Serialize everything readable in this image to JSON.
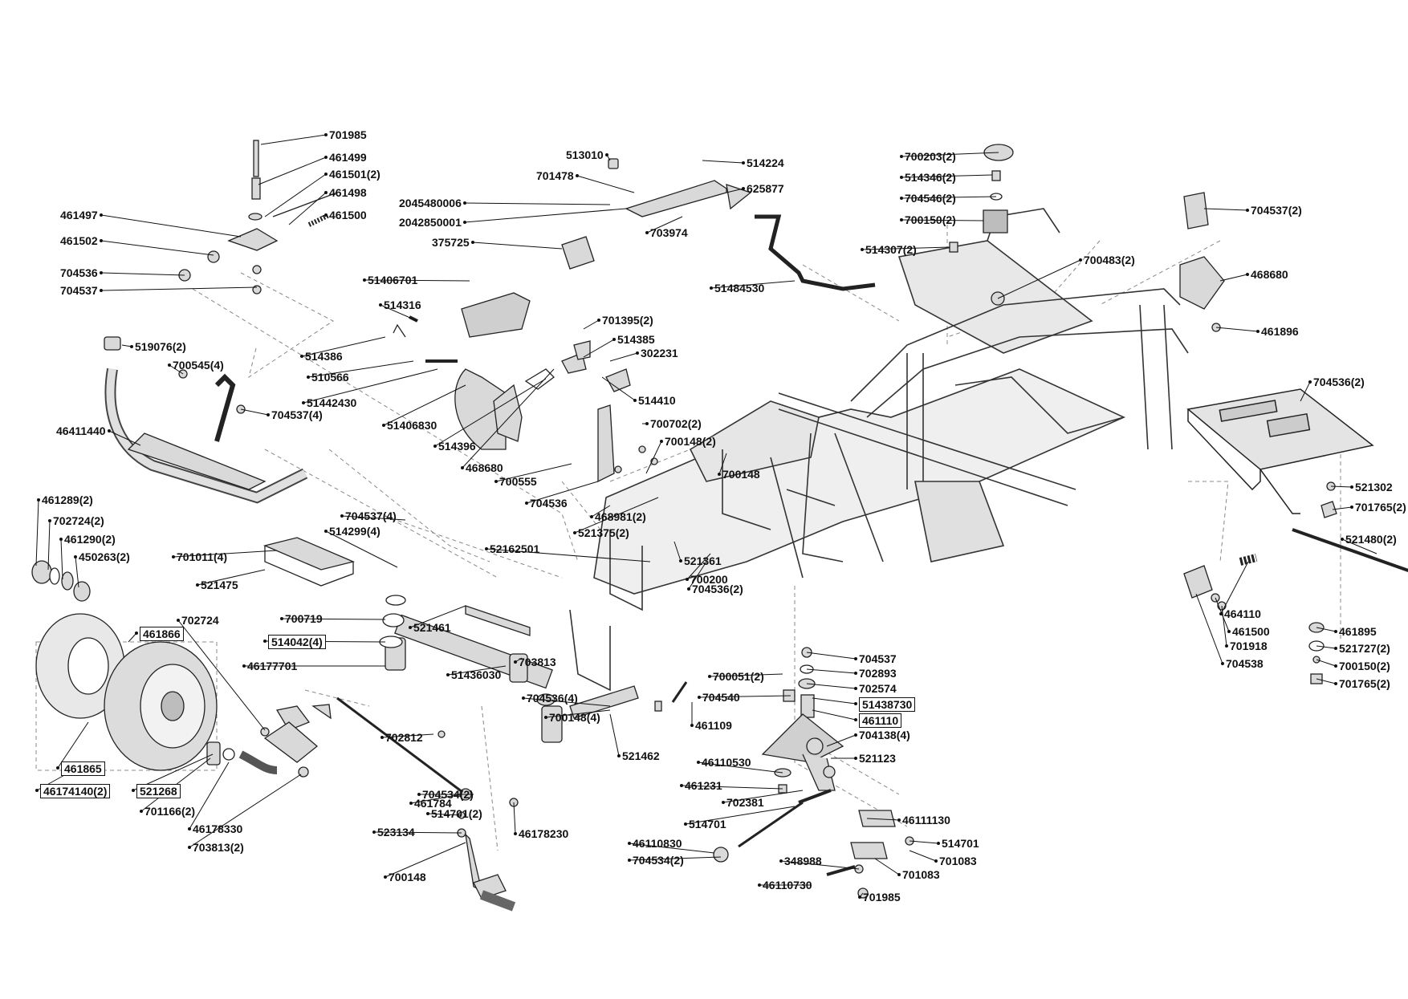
{
  "diagram": {
    "kind": "exploded parts diagram",
    "colors": {
      "line": "#111111",
      "part_stroke": "#222222",
      "part_fill": "#d9d9d9",
      "dash": "#888888"
    },
    "callouts": [
      "701985",
      "461499",
      "461501(2)",
      "461498",
      "461497",
      "461500",
      "461502",
      "704536",
      "704537",
      "519076(2)",
      "700545(4)",
      "704537(4)",
      "46411440",
      "461289(2)",
      "702724(2)",
      "461290(2)",
      "450263(2)",
      "701011(4)",
      "521475",
      "461866",
      "461865",
      "46174140(2)",
      "521268",
      "701166(2)",
      "46178330",
      "703813(2)",
      "702724",
      "513010",
      "514224",
      "701478",
      "625877",
      "2045480006",
      "2042850001",
      "703974",
      "375725",
      "51484530",
      "51406701",
      "514316",
      "514386",
      "510566",
      "51442430",
      "51406830",
      "514396",
      "701395(2)",
      "514385",
      "302231",
      "468680",
      "514410",
      "700555",
      "704536",
      "700702(2)",
      "700148(2)",
      "700148",
      "468981(2)",
      "521375(2)",
      "52162501",
      "521361",
      "700200",
      "704536(2)",
      "704537(4)",
      "514299(4)",
      "700719",
      "514042(4)",
      "46177701",
      "521461",
      "703813",
      "51436030",
      "704536(4)",
      "700148(4)",
      "521462",
      "702812",
      "461784",
      "704534(2)",
      "514701(2)",
      "523134",
      "700148",
      "46178230",
      "700203(2)",
      "514346(2)",
      "704546(2)",
      "700150(2)",
      "514307(2)",
      "700483(2)",
      "704537(2)",
      "468680",
      "461896",
      "704536(2)",
      "521302",
      "701765(2)",
      "521480(2)",
      "464110",
      "461500",
      "701918",
      "704538",
      "461895",
      "521727(2)",
      "700150(2)",
      "701765(2)",
      "700051(2)",
      "704537",
      "702893",
      "702574",
      "704540",
      "51438730",
      "461110",
      "461109",
      "704138(4)",
      "46110530",
      "521123",
      "461231",
      "702381",
      "514701",
      "46111130",
      "46110830",
      "704534(2)",
      "514701",
      "348988",
      "701083",
      "701083",
      "46110730",
      "701985",
      "461231"
    ]
  }
}
